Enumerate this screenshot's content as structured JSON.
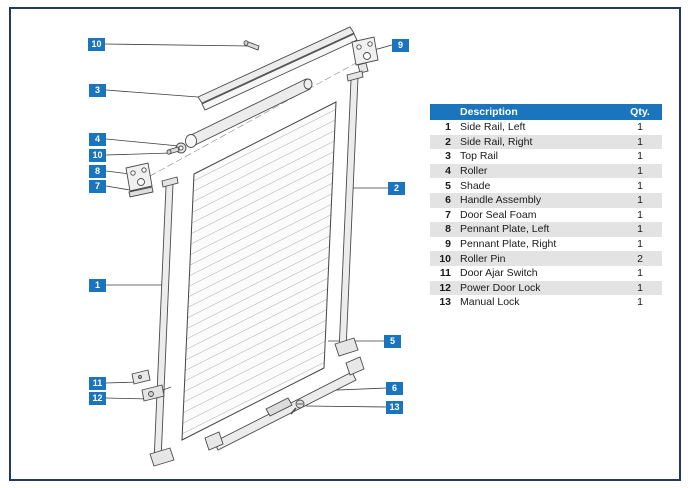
{
  "colors": {
    "accent": "#1b75bc",
    "stripe": "#e3e3e3",
    "frame_border": "#203a63"
  },
  "table": {
    "header": {
      "description": "Description",
      "qty": "Qty."
    },
    "rows": [
      {
        "num": "1",
        "description": "Side Rail, Left",
        "qty": "1"
      },
      {
        "num": "2",
        "description": "Side Rail, Right",
        "qty": "1"
      },
      {
        "num": "3",
        "description": "Top Rail",
        "qty": "1"
      },
      {
        "num": "4",
        "description": "Roller",
        "qty": "1"
      },
      {
        "num": "5",
        "description": "Shade",
        "qty": "1"
      },
      {
        "num": "6",
        "description": "Handle Assembly",
        "qty": "1"
      },
      {
        "num": "7",
        "description": "Door Seal Foam",
        "qty": "1"
      },
      {
        "num": "8",
        "description": "Pennant Plate, Left",
        "qty": "1"
      },
      {
        "num": "9",
        "description": "Pennant Plate, Right",
        "qty": "1"
      },
      {
        "num": "10",
        "description": "Roller Pin",
        "qty": "2"
      },
      {
        "num": "11",
        "description": "Door Ajar Switch",
        "qty": "1"
      },
      {
        "num": "12",
        "description": "Power Door Lock",
        "qty": "1"
      },
      {
        "num": "13",
        "description": "Manual Lock",
        "qty": "1"
      }
    ]
  },
  "callouts": [
    {
      "label": "10"
    },
    {
      "label": "3"
    },
    {
      "label": "4"
    },
    {
      "label": "10"
    },
    {
      "label": "8"
    },
    {
      "label": "7"
    },
    {
      "label": "1"
    },
    {
      "label": "11"
    },
    {
      "label": "12"
    },
    {
      "label": "9"
    },
    {
      "label": "2"
    },
    {
      "label": "5"
    },
    {
      "label": "6"
    },
    {
      "label": "13"
    }
  ]
}
